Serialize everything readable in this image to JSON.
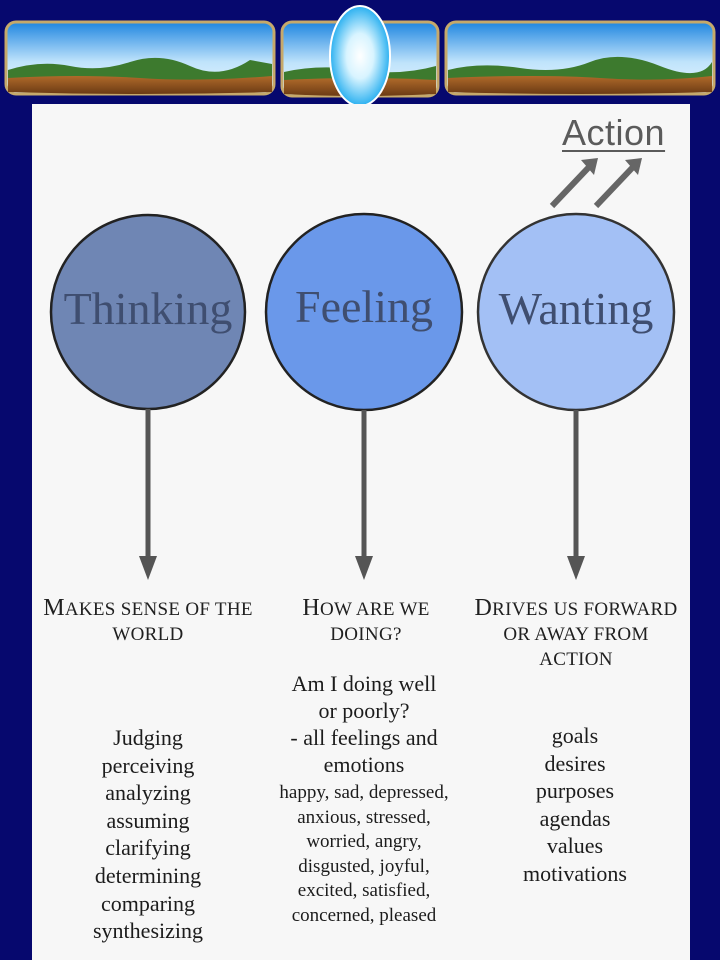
{
  "action_label": "Action",
  "columns": [
    {
      "circle_label": "Thinking",
      "circle_color": "#6f86b4",
      "heading": "Makes sense of the world",
      "items": [
        "Judging",
        "perceiving",
        "analyzing",
        "assuming",
        "clarifying",
        "determining",
        "comparing",
        "synthesizing"
      ]
    },
    {
      "circle_label": "Feeling",
      "circle_color": "#6a98ea",
      "heading": "How are we doing?",
      "subtext": [
        "Am I doing well",
        "or poorly?",
        "- all feelings and",
        "emotions"
      ],
      "items": [
        "happy, sad, depressed,",
        "anxious, stressed,",
        "worried, angry,",
        "disgusted, joyful,",
        "excited, satisfied,",
        "concerned, pleased"
      ]
    },
    {
      "circle_label": "Wanting",
      "circle_color": "#a3c0f5",
      "heading": "Drives us forward or away from action",
      "items": [
        "goals",
        "desires",
        "purposes",
        "agendas",
        "values",
        "motivations"
      ]
    }
  ]
}
